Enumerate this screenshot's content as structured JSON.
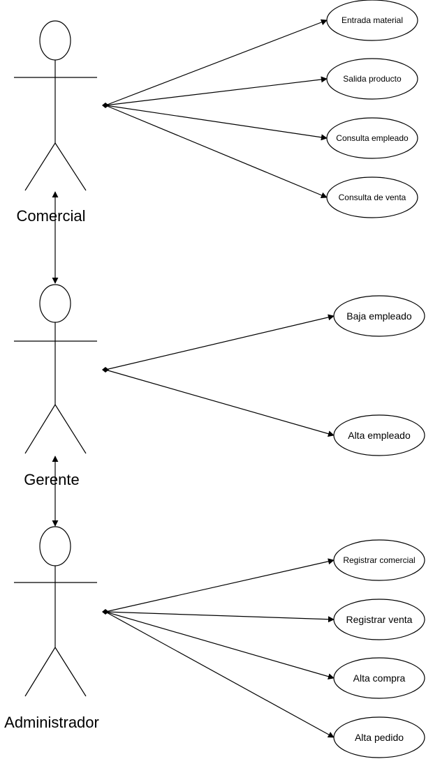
{
  "actors": [
    {
      "name": "Comercial"
    },
    {
      "name": "Gerente"
    },
    {
      "name": "Administrador"
    }
  ],
  "use_cases": {
    "comercial": [
      "Entrada material",
      "Salida producto",
      "Consulta empleado",
      "Consulta de venta"
    ],
    "gerente": [
      "Baja empleado",
      "Alta empleado"
    ],
    "administrador": [
      "Registrar comercial",
      "Registrar venta",
      "Alta compra",
      "Alta pedido"
    ]
  },
  "colors": {
    "line": "#000000",
    "background": "#ffffff"
  }
}
